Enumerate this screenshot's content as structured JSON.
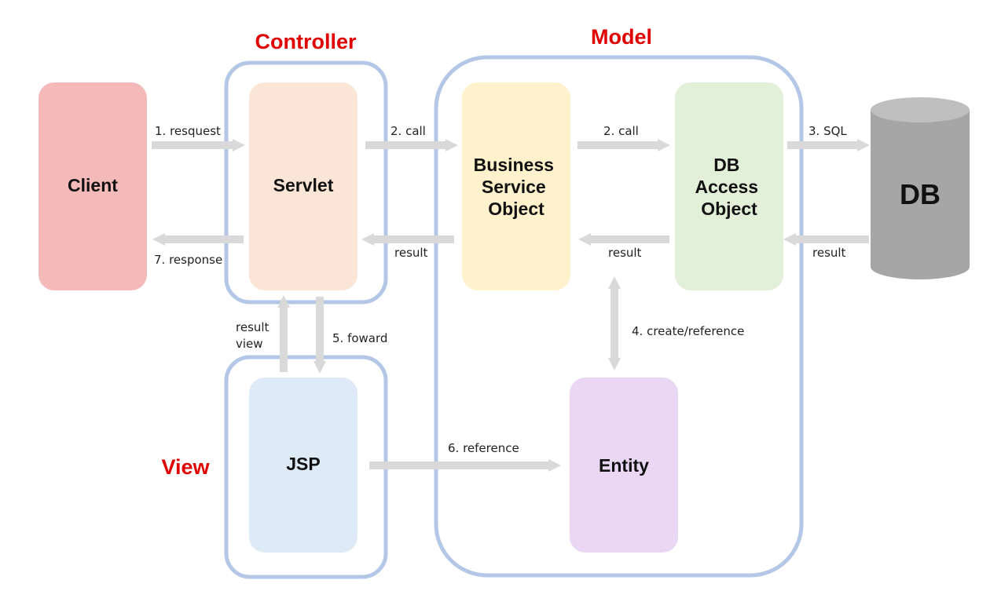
{
  "sections": {
    "controller": "Controller",
    "model": "Model",
    "view": "View"
  },
  "nodes": {
    "client": "Client",
    "servlet": "Servlet",
    "bso": [
      "Business",
      "Service",
      "Object"
    ],
    "dao": [
      "DB",
      "Access",
      "Object"
    ],
    "db": "DB",
    "jsp": "JSP",
    "entity": "Entity"
  },
  "edges": {
    "request": "1. resquest",
    "response": "7. response",
    "call_servlet_bso": "2. call",
    "result_bso_servlet": "result",
    "call_bso_dao": "2. call",
    "result_dao_bso": "result",
    "sql": "3. SQL",
    "result_db_dao": "result",
    "create_reference": "4. create/reference",
    "forward": "5. foward",
    "result_view": [
      "result",
      "view"
    ],
    "reference": "6. reference"
  },
  "colors": {
    "client": "#f4b9b9",
    "servlet": "#fbe5d6",
    "bso": "#fff2cc",
    "dao": "#e2f0d9",
    "db": "#a6a6a6",
    "db_top": "#bfbfbf",
    "jsp": "#deebf7",
    "entity": "#ead7f3",
    "group_border": "#b4c7e7",
    "arrow": "#d9d9d9",
    "section_title": "#e00000"
  }
}
